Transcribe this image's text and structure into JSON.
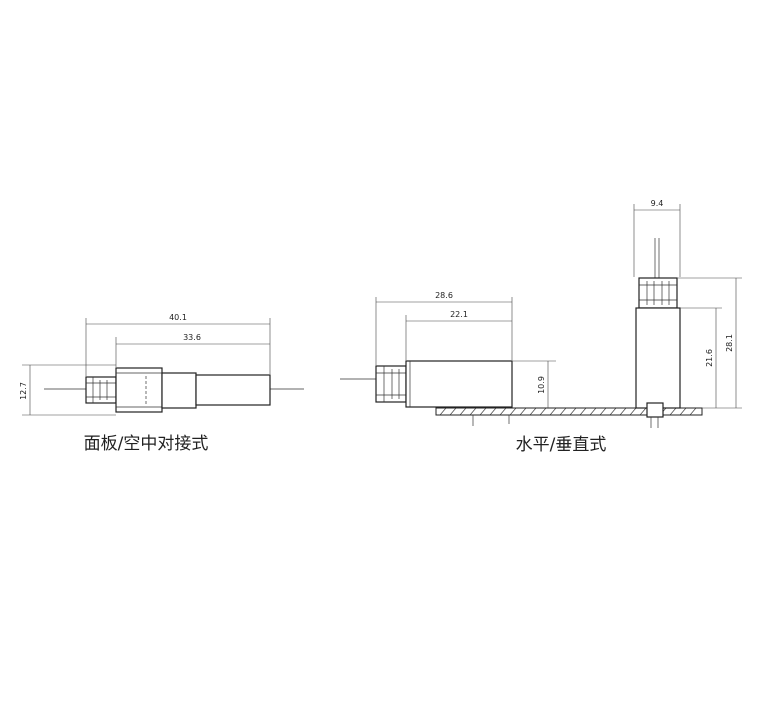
{
  "captions": {
    "left": "面板/空中对接式",
    "right": "水平/垂直式"
  },
  "dimensions": {
    "left_overall_length": "40.1",
    "left_body_length": "33.6",
    "left_height": "12.7",
    "horizontal_overall_length": "28.6",
    "horizontal_body_length": "22.1",
    "horizontal_height": "10.9",
    "vertical_width": "9.4",
    "vertical_body_height": "21.6",
    "vertical_overall_height": "28.1"
  }
}
